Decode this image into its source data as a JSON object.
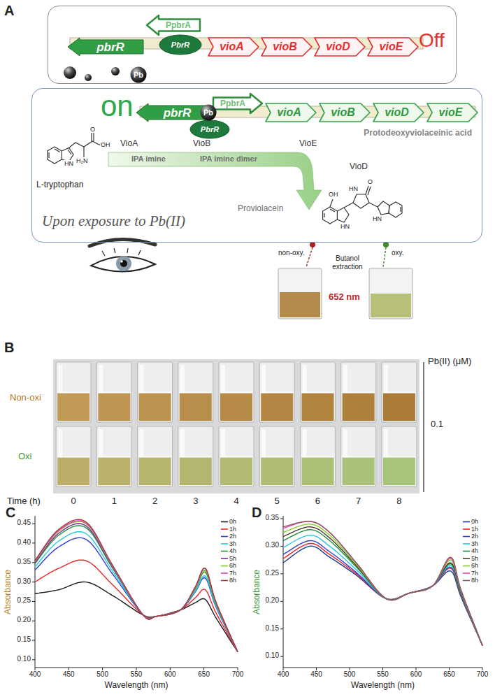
{
  "diagram": {
    "nodes": [
      {
        "text": [
          "Off"
        ]
      },
      {
        "text": [
          "pbrR"
        ],
        "in": 0
      },
      {
        "text": [
          "PpbrA"
        ],
        "in": 0
      },
      {
        "text": [
          "PbrR"
        ],
        "in": 0
      },
      {
        "text": [
          "vioA"
        ],
        "in": 0
      },
      {
        "text": [
          "vioB"
        ],
        "in": 0
      },
      {
        "text": [
          "vioD"
        ],
        "in": 0
      },
      {
        "text": [
          "vioE"
        ],
        "in": 0
      },
      {
        "text": [
          "Pb"
        ]
      },
      {
        "text": [
          "on",
          "Upon exposure to Pb(II)"
        ]
      },
      {
        "text": [
          "pbrR"
        ],
        "in": 9
      },
      {
        "text": [
          "PpbrA"
        ],
        "in": 9
      },
      {
        "text": [
          "PbrR"
        ],
        "in": 9
      },
      {
        "text": [
          "Pb"
        ],
        "in": 9
      },
      {
        "text": [
          "vioA"
        ],
        "in": 9
      },
      {
        "text": [
          "vioB"
        ],
        "in": 9
      },
      {
        "text": [
          "vioD"
        ],
        "in": 9
      },
      {
        "text": [
          "vioE"
        ],
        "in": 9
      }
    ],
    "labels": [
      "A",
      "L-tryptophan",
      "HN",
      "O",
      "OH",
      "H₂N",
      "VioA",
      "IPA imine",
      "VioB",
      "IPA imine dimer",
      "VioE",
      "Protodeoxyviolaceinic acid",
      "VioD",
      "Proviolacein",
      "OH",
      "HN",
      "HN",
      "O",
      "HN",
      "non-oxy.",
      "Butanol extraction",
      "652 nm",
      "oxy.",
      "B",
      "Pb(II) (μM)",
      "Non-oxi",
      "Oxi",
      "0.1",
      "Time (h)",
      "0",
      "1",
      "2",
      "3",
      "4",
      "5",
      "6",
      "7",
      "8",
      "C",
      "Absorbance",
      "0.10",
      "0.15",
      "0.20",
      "0.25",
      "0.30",
      "0.35",
      "0.40",
      "0.45",
      "400",
      "450",
      "500",
      "550",
      "600",
      "650",
      "700",
      "Wavelength (nm)",
      "D",
      "Absorbance",
      "0.10",
      "0.15",
      "0.20",
      "0.25",
      "0.30",
      "0.35",
      "400",
      "450",
      "500",
      "550",
      "600",
      "650",
      "700",
      "Wavelength (nm)"
    ],
    "legend": [
      {
        "text": "0h"
      },
      {
        "text": "1h"
      },
      {
        "text": "2h"
      },
      {
        "text": "3h"
      },
      {
        "text": "4h"
      },
      {
        "text": "5h"
      },
      {
        "text": "6h"
      },
      {
        "text": "7h"
      },
      {
        "text": "8h"
      },
      {
        "text": "0h"
      },
      {
        "text": "1h"
      },
      {
        "text": "2h"
      },
      {
        "text": "3h"
      },
      {
        "text": "4h"
      },
      {
        "text": "5h"
      },
      {
        "text": "6h"
      },
      {
        "text": "7h"
      },
      {
        "text": "8h"
      }
    ]
  }
}
